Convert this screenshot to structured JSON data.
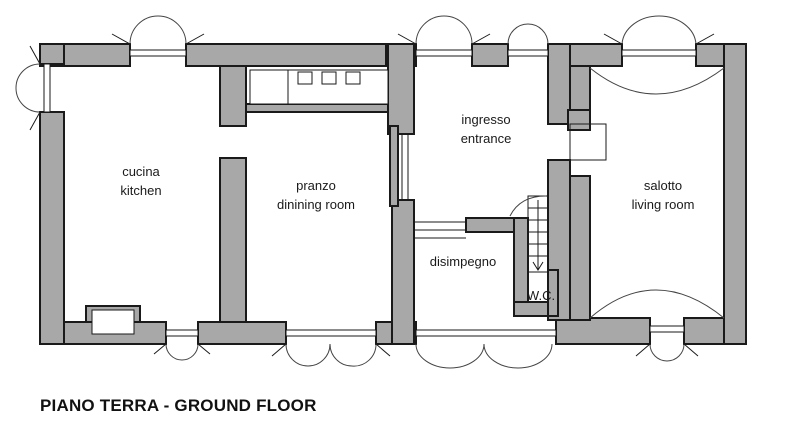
{
  "plan": {
    "title": "PIANO TERRA - GROUND FLOOR",
    "rooms": {
      "kitchen": [
        "cucina",
        "kitchen"
      ],
      "dining": [
        "pranzo",
        "dinining room"
      ],
      "entrance": [
        "ingresso",
        "entrance"
      ],
      "living": [
        "salotto",
        "living room"
      ],
      "hall": [
        "disimpegno"
      ],
      "wc": [
        "W.C."
      ]
    }
  }
}
